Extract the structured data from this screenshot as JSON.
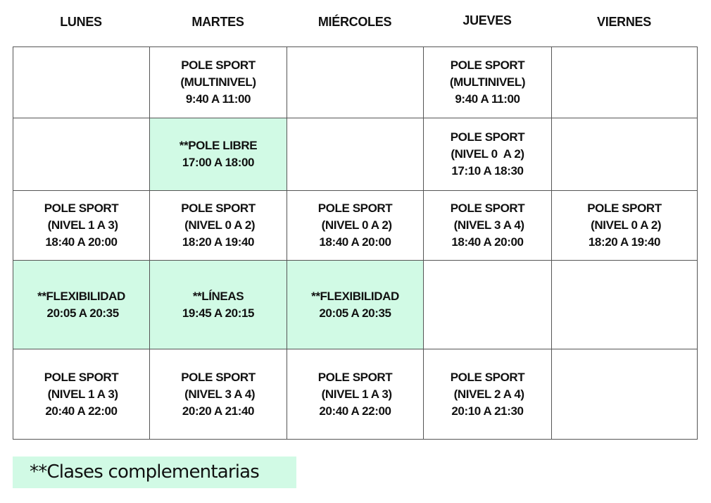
{
  "days": [
    "LUNES",
    "MARTES",
    "MIÉRCOLES",
    "JUEVES",
    "VIERNES"
  ],
  "highlight_color": "#d1fae5",
  "rows": [
    [
      {
        "lines": []
      },
      {
        "lines": [
          "POLE SPORT",
          "(MULTINIVEL)",
          "9:40 A 11:00"
        ]
      },
      {
        "lines": []
      },
      {
        "lines": [
          "POLE SPORT",
          "(MULTINIVEL)",
          "9:40 A 11:00"
        ]
      },
      {
        "lines": []
      }
    ],
    [
      {
        "lines": []
      },
      {
        "lines": [
          "**POLE LIBRE",
          "17:00 A 18:00"
        ],
        "complementary": true
      },
      {
        "lines": []
      },
      {
        "lines": [
          "POLE SPORT",
          "(NIVEL 0  A 2)",
          "17:10 A 18:30"
        ]
      },
      {
        "lines": []
      }
    ],
    [
      {
        "lines": [
          "POLE SPORT",
          " (NIVEL 1 A 3)",
          "18:40 A 20:00"
        ]
      },
      {
        "lines": [
          "POLE SPORT",
          " (NIVEL 0 A 2)",
          "18:20 A 19:40"
        ]
      },
      {
        "lines": [
          "POLE SPORT",
          " (NIVEL 0 A 2)",
          "18:40 A 20:00"
        ]
      },
      {
        "lines": [
          "POLE SPORT",
          " (NIVEL 3 A 4)",
          "18:40 A 20:00"
        ]
      },
      {
        "lines": [
          "POLE SPORT",
          " (NIVEL 0 A 2)",
          "18:20 A 19:40"
        ]
      }
    ],
    [
      {
        "lines": [
          "**FLEXIBILIDAD",
          " 20:05 A 20:35"
        ],
        "complementary": true
      },
      {
        "lines": [
          "**LÍNEAS",
          "19:45 A 20:15"
        ],
        "complementary": true
      },
      {
        "lines": [
          "**FLEXIBILIDAD",
          "20:05 A 20:35"
        ],
        "complementary": true
      },
      {
        "lines": []
      },
      {
        "lines": []
      }
    ],
    [
      {
        "lines": [
          "POLE SPORT",
          " (NIVEL 1 A 3)",
          "20:40 A 22:00"
        ]
      },
      {
        "lines": [
          "POLE SPORT",
          " (NIVEL 3 A 4)",
          "20:20 A 21:40"
        ]
      },
      {
        "lines": [
          "POLE SPORT",
          " (NIVEL 1 A 3)",
          "20:40 A 22:00"
        ]
      },
      {
        "lines": [
          "POLE SPORT",
          " (NIVEL 2 A 4)",
          "20:10 A 21:30"
        ]
      },
      {
        "lines": []
      }
    ]
  ],
  "legend": "**Clases complementarias"
}
